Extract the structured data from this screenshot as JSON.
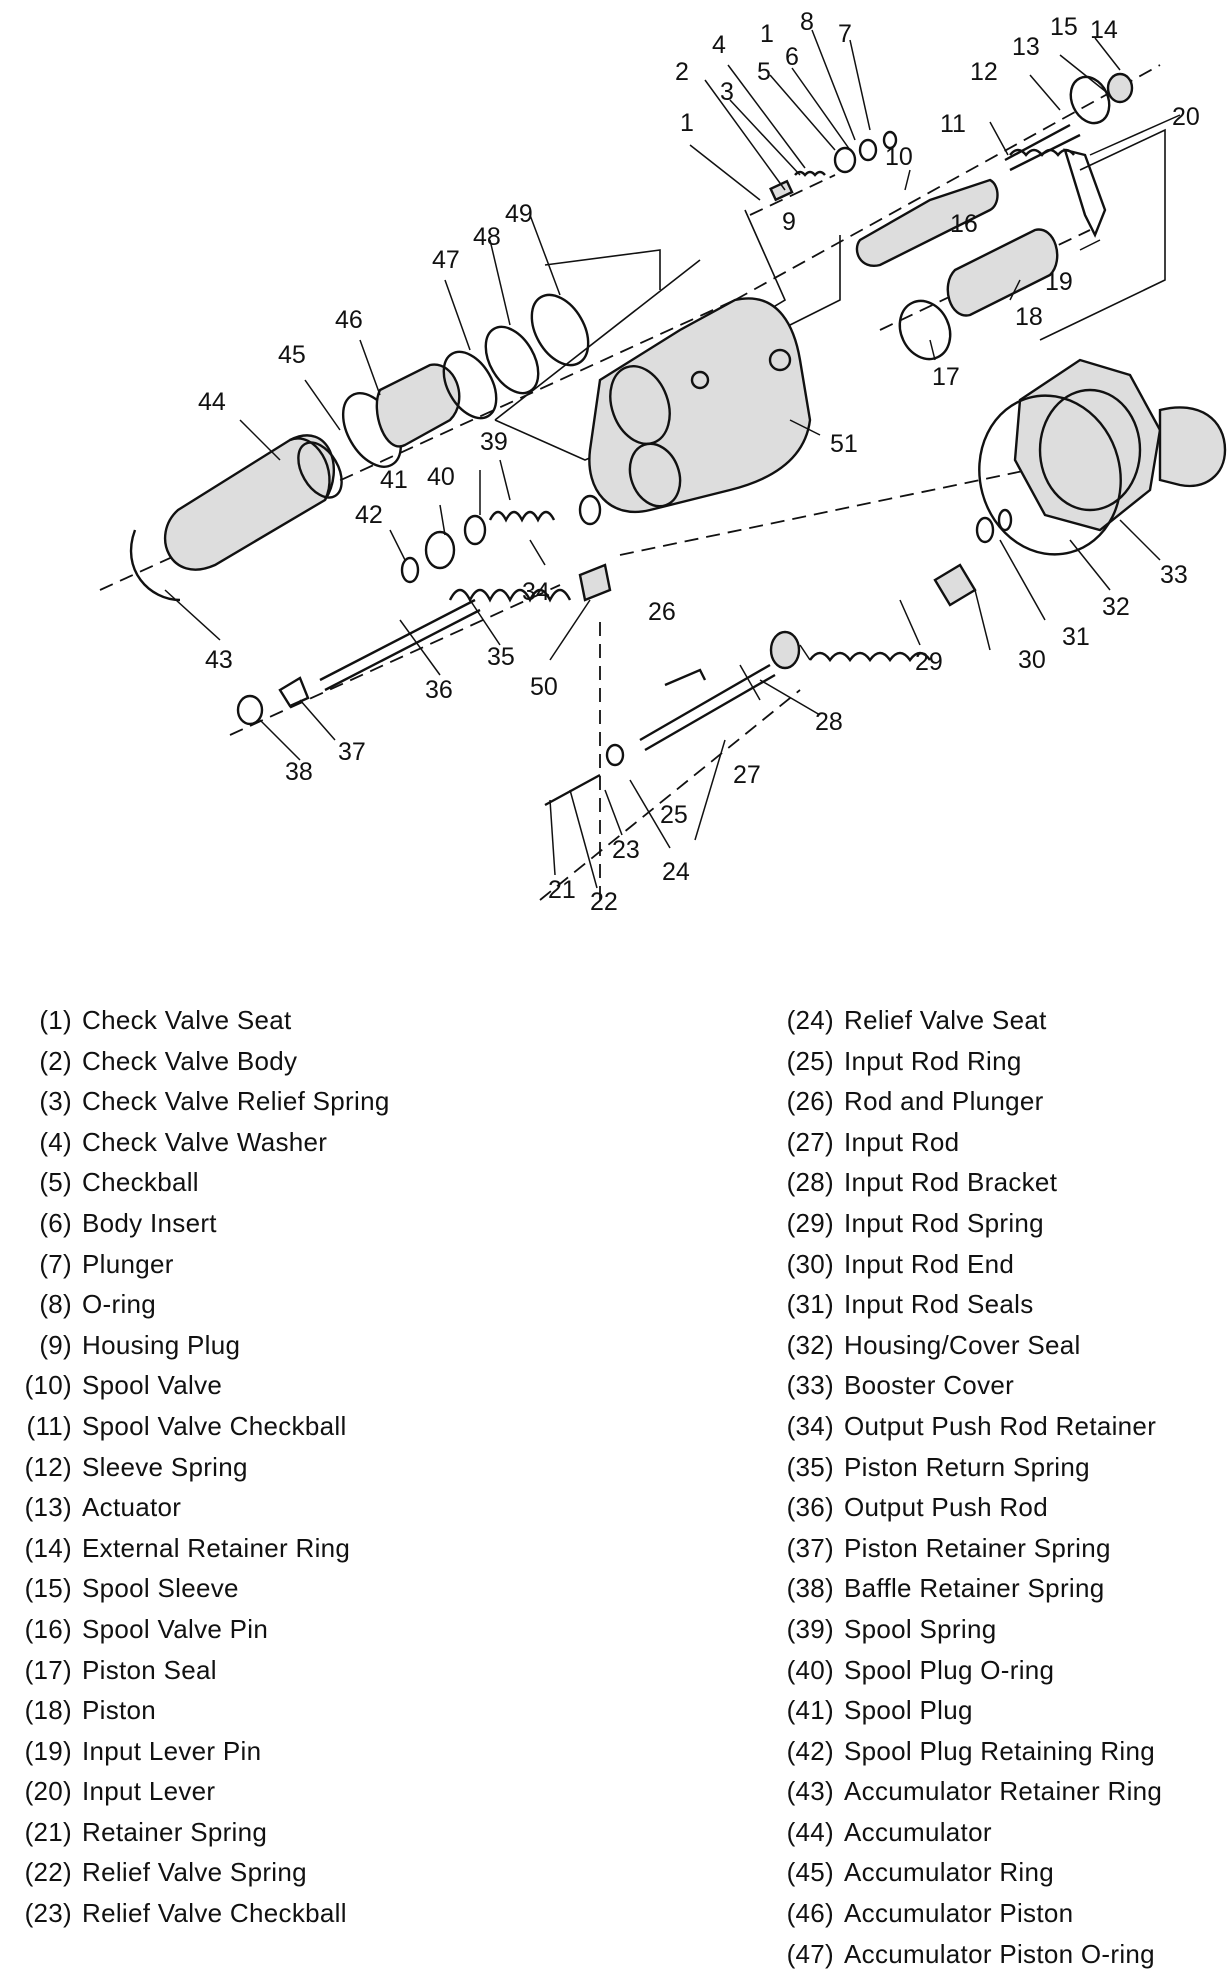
{
  "callouts": [
    {
      "n": "1"
    },
    {
      "n": "2"
    },
    {
      "n": "3"
    },
    {
      "n": "4"
    },
    {
      "n": "5"
    },
    {
      "n": "6"
    },
    {
      "n": "7"
    },
    {
      "n": "8"
    },
    {
      "n": "9"
    },
    {
      "n": "10"
    },
    {
      "n": "11"
    },
    {
      "n": "12"
    },
    {
      "n": "13"
    },
    {
      "n": "14"
    },
    {
      "n": "15"
    },
    {
      "n": "16"
    },
    {
      "n": "17"
    },
    {
      "n": "18"
    },
    {
      "n": "19"
    },
    {
      "n": "20"
    },
    {
      "n": "21"
    },
    {
      "n": "22"
    },
    {
      "n": "23"
    },
    {
      "n": "24"
    },
    {
      "n": "25"
    },
    {
      "n": "26"
    },
    {
      "n": "27"
    },
    {
      "n": "28"
    },
    {
      "n": "29"
    },
    {
      "n": "30"
    },
    {
      "n": "31"
    },
    {
      "n": "32"
    },
    {
      "n": "33"
    },
    {
      "n": "34"
    },
    {
      "n": "35"
    },
    {
      "n": "36"
    },
    {
      "n": "37"
    },
    {
      "n": "38"
    },
    {
      "n": "39"
    },
    {
      "n": "40"
    },
    {
      "n": "41"
    },
    {
      "n": "42"
    },
    {
      "n": "43"
    },
    {
      "n": "44"
    },
    {
      "n": "45"
    },
    {
      "n": "46"
    },
    {
      "n": "47"
    },
    {
      "n": "48"
    },
    {
      "n": "49"
    },
    {
      "n": "50"
    },
    {
      "n": "51"
    },
    {
      "n": "1"
    }
  ],
  "legend_left": [
    {
      "num": "(1)",
      "label": "Check Valve Seat"
    },
    {
      "num": "(2)",
      "label": "Check Valve Body"
    },
    {
      "num": "(3)",
      "label": "Check Valve Relief Spring"
    },
    {
      "num": "(4)",
      "label": "Check Valve Washer"
    },
    {
      "num": "(5)",
      "label": "Checkball"
    },
    {
      "num": "(6)",
      "label": "Body Insert"
    },
    {
      "num": "(7)",
      "label": "Plunger"
    },
    {
      "num": "(8)",
      "label": "O-ring"
    },
    {
      "num": "(9)",
      "label": "Housing Plug"
    },
    {
      "num": "(10)",
      "label": "Spool Valve"
    },
    {
      "num": "(11)",
      "label": "Spool Valve Checkball"
    },
    {
      "num": "(12)",
      "label": "Sleeve Spring"
    },
    {
      "num": "(13)",
      "label": "Actuator"
    },
    {
      "num": "(14)",
      "label": "External Retainer Ring"
    },
    {
      "num": "(15)",
      "label": "Spool Sleeve"
    },
    {
      "num": "(16)",
      "label": "Spool Valve Pin"
    },
    {
      "num": "(17)",
      "label": "Piston Seal"
    },
    {
      "num": "(18)",
      "label": "Piston"
    },
    {
      "num": "(19)",
      "label": "Input Lever Pin"
    },
    {
      "num": "(20)",
      "label": "Input Lever"
    },
    {
      "num": "(21)",
      "label": "Retainer Spring"
    },
    {
      "num": "(22)",
      "label": "Relief Valve Spring"
    },
    {
      "num": "(23)",
      "label": "Relief Valve Checkball"
    }
  ],
  "legend_right": [
    {
      "num": "(24)",
      "label": "Relief Valve Seat"
    },
    {
      "num": "(25)",
      "label": "Input Rod Ring"
    },
    {
      "num": "(26)",
      "label": "Rod and Plunger"
    },
    {
      "num": "(27)",
      "label": "Input Rod"
    },
    {
      "num": "(28)",
      "label": "Input Rod Bracket"
    },
    {
      "num": "(29)",
      "label": "Input Rod Spring"
    },
    {
      "num": "(30)",
      "label": "Input Rod End"
    },
    {
      "num": "(31)",
      "label": "Input Rod Seals"
    },
    {
      "num": "(32)",
      "label": "Housing/Cover Seal"
    },
    {
      "num": "(33)",
      "label": "Booster Cover"
    },
    {
      "num": "(34)",
      "label": "Output Push Rod Retainer"
    },
    {
      "num": "(35)",
      "label": "Piston Return Spring"
    },
    {
      "num": "(36)",
      "label": "Output Push Rod"
    },
    {
      "num": "(37)",
      "label": "Piston Retainer Spring"
    },
    {
      "num": "(38)",
      "label": "Baffle Retainer Spring"
    },
    {
      "num": "(39)",
      "label": "Spool Spring"
    },
    {
      "num": "(40)",
      "label": "Spool Plug O-ring"
    },
    {
      "num": "(41)",
      "label": "Spool Plug"
    },
    {
      "num": "(42)",
      "label": "Spool Plug Retaining Ring"
    },
    {
      "num": "(43)",
      "label": "Accumulator Retainer Ring"
    },
    {
      "num": "(44)",
      "label": "Accumulator"
    },
    {
      "num": "(45)",
      "label": "Accumulator Ring"
    },
    {
      "num": "(46)",
      "label": "Accumulator Piston"
    },
    {
      "num": "(47)",
      "label": "Accumulator Piston O-ring"
    }
  ]
}
